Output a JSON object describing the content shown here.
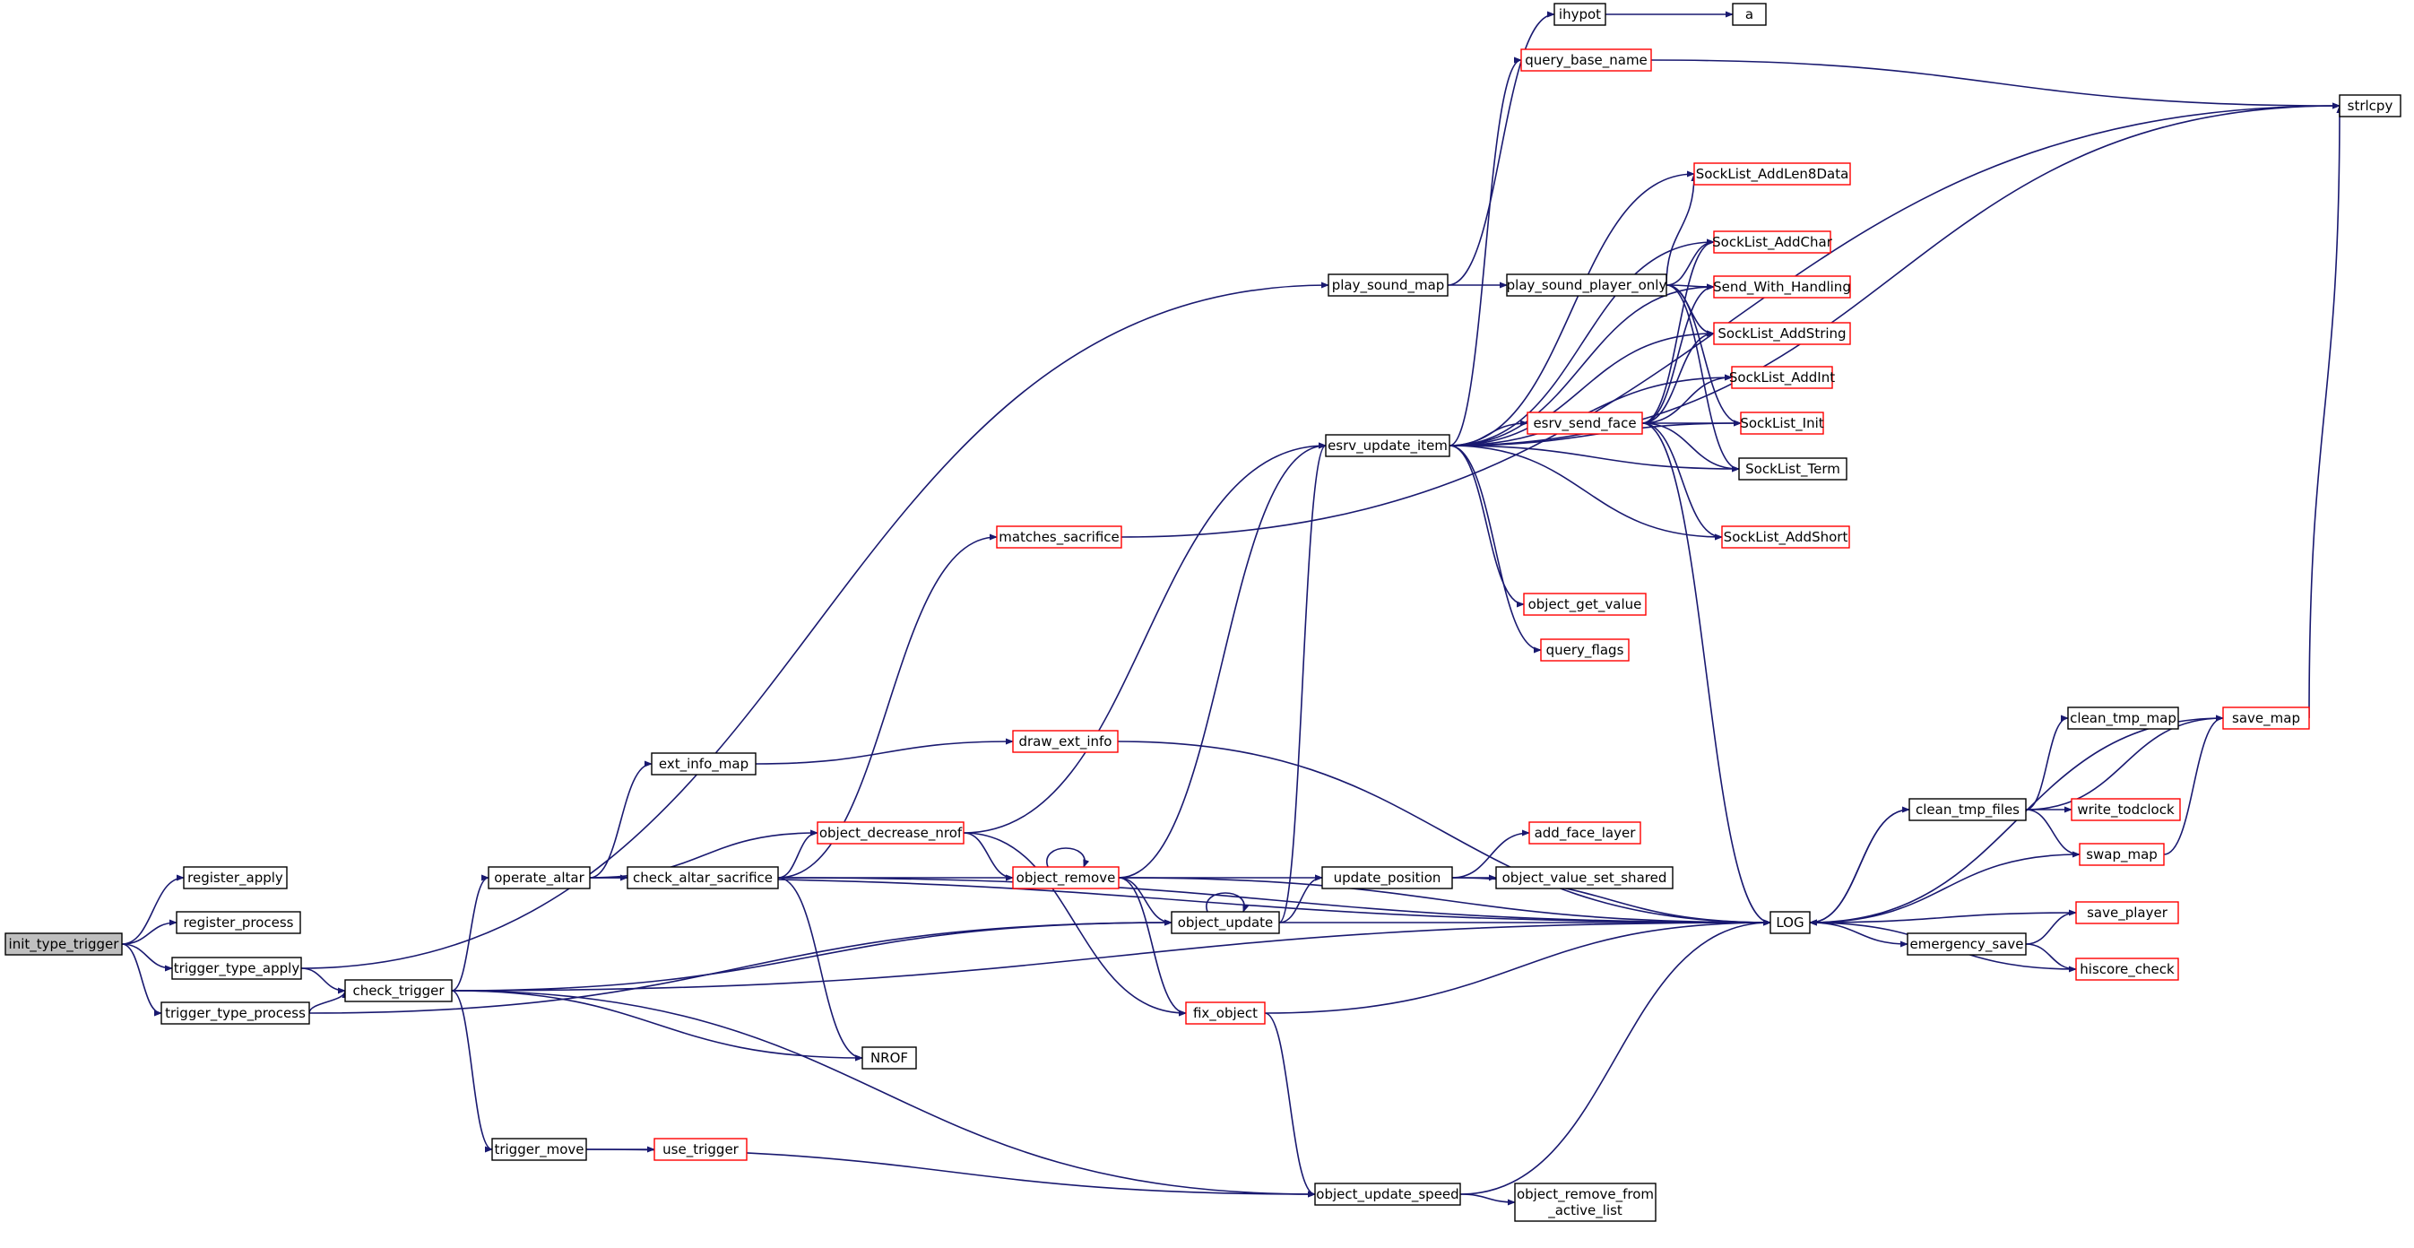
{
  "graph": {
    "colors": {
      "edge": "#191970",
      "border_default": "#000000",
      "border_incomplete": "#ff0000",
      "root_fill": "#bfbfbf",
      "background": "#ffffff"
    },
    "nodes": [
      {
        "id": "init_type_trigger",
        "label": "init_type_trigger",
        "style": "root"
      },
      {
        "id": "register_apply",
        "label": "register_apply",
        "style": "normal"
      },
      {
        "id": "register_process",
        "label": "register_process",
        "style": "normal"
      },
      {
        "id": "trigger_type_apply",
        "label": "trigger_type_apply",
        "style": "normal"
      },
      {
        "id": "trigger_type_process",
        "label": "trigger_type_process",
        "style": "normal"
      },
      {
        "id": "check_trigger",
        "label": "check_trigger",
        "style": "normal"
      },
      {
        "id": "operate_altar",
        "label": "operate_altar",
        "style": "normal"
      },
      {
        "id": "trigger_move",
        "label": "trigger_move",
        "style": "normal"
      },
      {
        "id": "ext_info_map",
        "label": "ext_info_map",
        "style": "normal"
      },
      {
        "id": "check_altar_sacrifice",
        "label": "check_altar_sacrifice",
        "style": "normal"
      },
      {
        "id": "object_decrease_nrof",
        "label": "object_decrease_nrof",
        "style": "red"
      },
      {
        "id": "matches_sacrifice",
        "label": "matches_sacrifice",
        "style": "red"
      },
      {
        "id": "NROF",
        "label": "NROF",
        "style": "normal"
      },
      {
        "id": "use_trigger",
        "label": "use_trigger",
        "style": "red"
      },
      {
        "id": "draw_ext_info",
        "label": "draw_ext_info",
        "style": "red"
      },
      {
        "id": "object_remove",
        "label": "object_remove",
        "style": "red"
      },
      {
        "id": "fix_object",
        "label": "fix_object",
        "style": "red"
      },
      {
        "id": "object_update",
        "label": "object_update",
        "style": "normal"
      },
      {
        "id": "play_sound_map",
        "label": "play_sound_map",
        "style": "normal"
      },
      {
        "id": "esrv_update_item",
        "label": "esrv_update_item",
        "style": "normal"
      },
      {
        "id": "object_update_speed",
        "label": "object_update_speed",
        "style": "normal"
      },
      {
        "id": "update_position",
        "label": "update_position",
        "style": "normal"
      },
      {
        "id": "ihypot",
        "label": "ihypot",
        "style": "normal"
      },
      {
        "id": "a",
        "label": "a",
        "style": "normal"
      },
      {
        "id": "query_base_name",
        "label": "query_base_name",
        "style": "red"
      },
      {
        "id": "play_sound_player_only",
        "label": "play_sound_player_only",
        "style": "normal"
      },
      {
        "id": "esrv_send_face",
        "label": "esrv_send_face",
        "style": "red"
      },
      {
        "id": "object_get_value",
        "label": "object_get_value",
        "style": "red"
      },
      {
        "id": "query_flags",
        "label": "query_flags",
        "style": "red"
      },
      {
        "id": "add_face_layer",
        "label": "add_face_layer",
        "style": "red"
      },
      {
        "id": "object_value_set_shared",
        "label": "object_value_set_shared",
        "style": "normal"
      },
      {
        "id": "object_remove_from_active_list",
        "label": "object_remove_from\n_active_list",
        "style": "normal"
      },
      {
        "id": "strlcpy",
        "label": "strlcpy",
        "style": "normal"
      },
      {
        "id": "SockList_AddLen8Data",
        "label": "SockList_AddLen8Data",
        "style": "red"
      },
      {
        "id": "SockList_AddChar",
        "label": "SockList_AddChar",
        "style": "red"
      },
      {
        "id": "Send_With_Handling",
        "label": "Send_With_Handling",
        "style": "red"
      },
      {
        "id": "SockList_AddString",
        "label": "SockList_AddString",
        "style": "red"
      },
      {
        "id": "SockList_AddInt",
        "label": "SockList_AddInt",
        "style": "red"
      },
      {
        "id": "SockList_Init",
        "label": "SockList_Init",
        "style": "red"
      },
      {
        "id": "SockList_Term",
        "label": "SockList_Term",
        "style": "normal"
      },
      {
        "id": "SockList_AddShort",
        "label": "SockList_AddShort",
        "style": "red"
      },
      {
        "id": "LOG",
        "label": "LOG",
        "style": "normal"
      },
      {
        "id": "clean_tmp_files",
        "label": "clean_tmp_files",
        "style": "normal"
      },
      {
        "id": "emergency_save",
        "label": "emergency_save",
        "style": "normal"
      },
      {
        "id": "clean_tmp_map",
        "label": "clean_tmp_map",
        "style": "normal"
      },
      {
        "id": "write_todclock",
        "label": "write_todclock",
        "style": "red"
      },
      {
        "id": "swap_map",
        "label": "swap_map",
        "style": "red"
      },
      {
        "id": "save_map",
        "label": "save_map",
        "style": "red"
      },
      {
        "id": "save_player",
        "label": "save_player",
        "style": "red"
      },
      {
        "id": "hiscore_check",
        "label": "hiscore_check",
        "style": "red"
      }
    ],
    "edges": [
      [
        "init_type_trigger",
        "register_apply"
      ],
      [
        "init_type_trigger",
        "register_process"
      ],
      [
        "init_type_trigger",
        "trigger_type_apply"
      ],
      [
        "init_type_trigger",
        "trigger_type_process"
      ],
      [
        "trigger_type_apply",
        "check_trigger"
      ],
      [
        "trigger_type_apply",
        "play_sound_map"
      ],
      [
        "trigger_type_process",
        "check_trigger"
      ],
      [
        "trigger_type_process",
        "object_update"
      ],
      [
        "check_trigger",
        "operate_altar"
      ],
      [
        "check_trigger",
        "trigger_move"
      ],
      [
        "check_trigger",
        "NROF"
      ],
      [
        "check_trigger",
        "object_update"
      ],
      [
        "check_trigger",
        "object_update_speed"
      ],
      [
        "check_trigger",
        "LOG"
      ],
      [
        "operate_altar",
        "ext_info_map"
      ],
      [
        "operate_altar",
        "check_altar_sacrifice"
      ],
      [
        "operate_altar",
        "object_decrease_nrof"
      ],
      [
        "operate_altar",
        "LOG"
      ],
      [
        "ext_info_map",
        "draw_ext_info"
      ],
      [
        "draw_ext_info",
        "LOG"
      ],
      [
        "check_altar_sacrifice",
        "matches_sacrifice"
      ],
      [
        "check_altar_sacrifice",
        "object_decrease_nrof"
      ],
      [
        "check_altar_sacrifice",
        "object_remove"
      ],
      [
        "check_altar_sacrifice",
        "NROF"
      ],
      [
        "check_altar_sacrifice",
        "LOG"
      ],
      [
        "matches_sacrifice",
        "strlcpy"
      ],
      [
        "object_decrease_nrof",
        "object_remove"
      ],
      [
        "object_decrease_nrof",
        "esrv_update_item"
      ],
      [
        "object_decrease_nrof",
        "fix_object"
      ],
      [
        "object_remove",
        "object_remove"
      ],
      [
        "object_remove",
        "esrv_update_item"
      ],
      [
        "object_remove",
        "object_update"
      ],
      [
        "object_remove",
        "update_position"
      ],
      [
        "object_remove",
        "fix_object"
      ],
      [
        "object_remove",
        "LOG"
      ],
      [
        "object_update",
        "object_update"
      ],
      [
        "object_update",
        "esrv_update_item"
      ],
      [
        "object_update",
        "update_position"
      ],
      [
        "object_update",
        "LOG"
      ],
      [
        "fix_object",
        "object_update_speed"
      ],
      [
        "fix_object",
        "LOG"
      ],
      [
        "trigger_move",
        "use_trigger"
      ],
      [
        "trigger_move",
        "object_update_speed"
      ],
      [
        "object_update_speed",
        "object_remove_from_active_list"
      ],
      [
        "object_update_speed",
        "LOG"
      ],
      [
        "update_position",
        "add_face_layer"
      ],
      [
        "update_position",
        "object_value_set_shared"
      ],
      [
        "update_position",
        "LOG"
      ],
      [
        "play_sound_map",
        "ihypot"
      ],
      [
        "play_sound_map",
        "play_sound_player_only"
      ],
      [
        "ihypot",
        "a"
      ],
      [
        "play_sound_player_only",
        "SockList_AddChar"
      ],
      [
        "play_sound_player_only",
        "Send_With_Handling"
      ],
      [
        "play_sound_player_only",
        "SockList_AddString"
      ],
      [
        "play_sound_player_only",
        "SockList_AddLen8Data"
      ],
      [
        "play_sound_player_only",
        "SockList_Init"
      ],
      [
        "play_sound_player_only",
        "SockList_Term"
      ],
      [
        "esrv_update_item",
        "query_base_name"
      ],
      [
        "esrv_update_item",
        "strlcpy"
      ],
      [
        "esrv_update_item",
        "SockList_AddLen8Data"
      ],
      [
        "esrv_update_item",
        "SockList_AddChar"
      ],
      [
        "esrv_update_item",
        "Send_With_Handling"
      ],
      [
        "esrv_update_item",
        "SockList_AddString"
      ],
      [
        "esrv_update_item",
        "SockList_AddInt"
      ],
      [
        "esrv_update_item",
        "SockList_Init"
      ],
      [
        "esrv_update_item",
        "SockList_Term"
      ],
      [
        "esrv_update_item",
        "SockList_AddShort"
      ],
      [
        "esrv_update_item",
        "esrv_send_face"
      ],
      [
        "esrv_update_item",
        "object_get_value"
      ],
      [
        "esrv_update_item",
        "query_flags"
      ],
      [
        "esrv_send_face",
        "SockList_AddChar"
      ],
      [
        "esrv_send_face",
        "Send_With_Handling"
      ],
      [
        "esrv_send_face",
        "SockList_AddString"
      ],
      [
        "esrv_send_face",
        "SockList_AddInt"
      ],
      [
        "esrv_send_face",
        "SockList_Init"
      ],
      [
        "esrv_send_face",
        "SockList_Term"
      ],
      [
        "esrv_send_face",
        "SockList_AddShort"
      ],
      [
        "esrv_send_face",
        "LOG"
      ],
      [
        "query_base_name",
        "strlcpy"
      ],
      [
        "LOG",
        "clean_tmp_files"
      ],
      [
        "LOG",
        "emergency_save"
      ],
      [
        "clean_tmp_files",
        "clean_tmp_map"
      ],
      [
        "clean_tmp_files",
        "write_todclock"
      ],
      [
        "clean_tmp_files",
        "swap_map"
      ],
      [
        "clean_tmp_files",
        "save_map"
      ],
      [
        "clean_tmp_files",
        "LOG"
      ],
      [
        "swap_map",
        "save_map"
      ],
      [
        "swap_map",
        "LOG"
      ],
      [
        "save_map",
        "LOG"
      ],
      [
        "save_map",
        "strlcpy"
      ],
      [
        "emergency_save",
        "save_player"
      ],
      [
        "emergency_save",
        "hiscore_check"
      ],
      [
        "save_player",
        "LOG"
      ],
      [
        "hiscore_check",
        "LOG"
      ]
    ]
  }
}
